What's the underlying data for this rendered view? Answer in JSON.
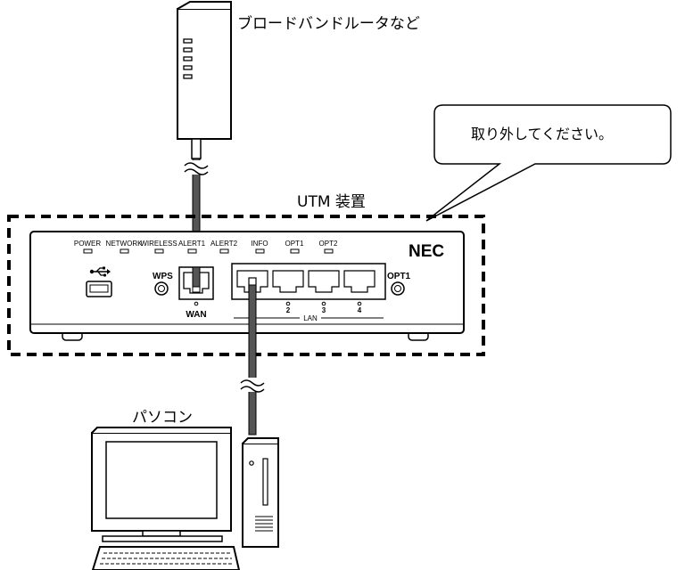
{
  "labels": {
    "router": "ブロードバンドルータなど",
    "callout": "取り外してください。",
    "utm": "UTM 装置",
    "pc": "パソコン"
  },
  "device": {
    "brand": "NEC",
    "leds": [
      "POWER",
      "NETWORK",
      "WIRELESS",
      "ALERT1",
      "ALERT2",
      "INFO",
      "OPT1",
      "OPT2"
    ],
    "wps": "WPS",
    "wan": "WAN",
    "opt1": "OPT1",
    "lan": "LAN",
    "port_numbers": [
      "2",
      "3",
      "4"
    ]
  },
  "colors": {
    "line": "#000000",
    "cable": "#5a5a5a"
  }
}
